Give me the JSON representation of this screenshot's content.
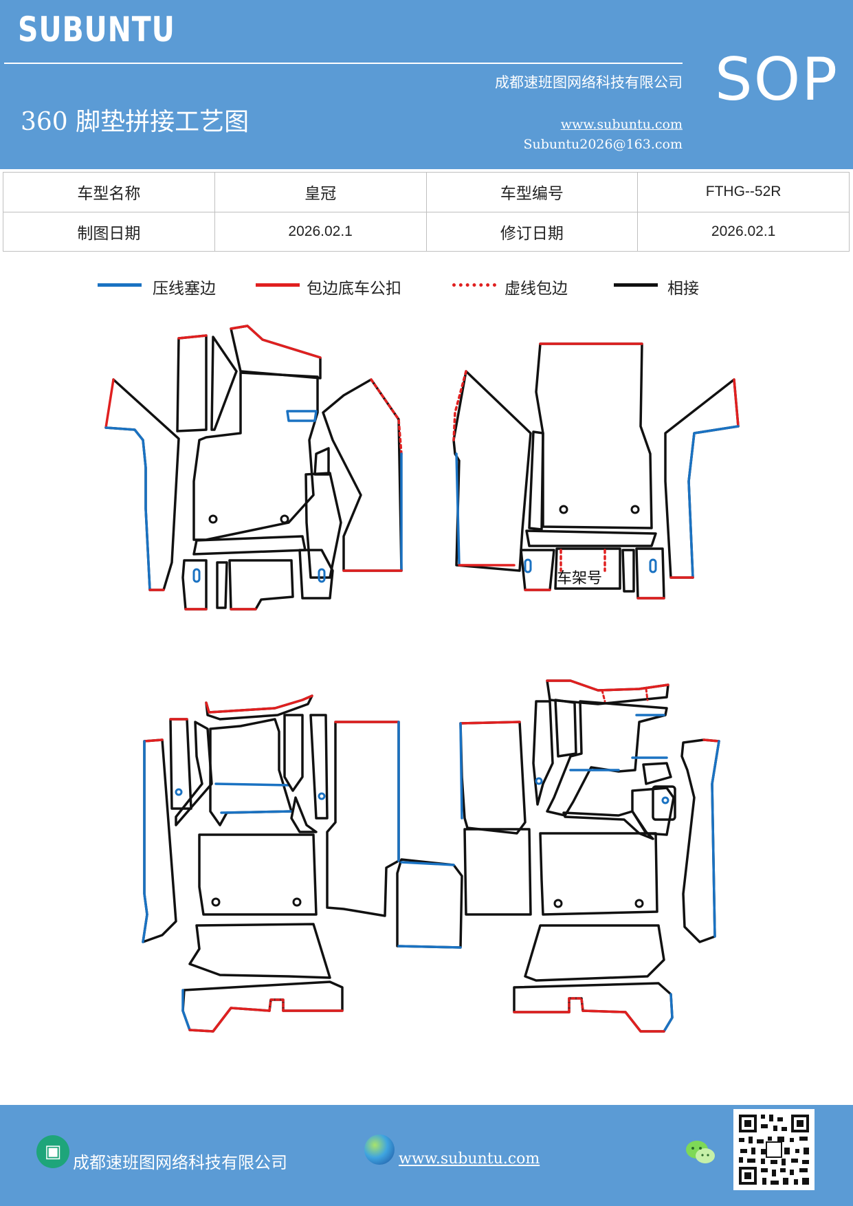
{
  "header": {
    "brand": "SUBUNTU",
    "company": "成都速班图网络科技有限公司",
    "title": "360 脚垫拼接工艺图",
    "website": "www.subuntu.com",
    "email": "Subuntu2026@163.com",
    "badge": "SOP"
  },
  "info_table": [
    [
      "车型名称",
      "皇冠",
      "车型编号",
      "FTHG--52R"
    ],
    [
      "制图日期",
      "2026.02.1",
      "修订日期",
      "2026.02.1"
    ]
  ],
  "legend": [
    {
      "label": "压线塞边",
      "color": "#1a72c2",
      "style": "solid"
    },
    {
      "label": "包边底车公扣",
      "color": "#e02020",
      "style": "solid"
    },
    {
      "label": "虚线包边",
      "color": "#e02020",
      "style": "dotted"
    },
    {
      "label": "相接",
      "color": "#111111",
      "style": "solid"
    }
  ],
  "drawing": {
    "frame_label": "车架号"
  },
  "footer": {
    "company": "成都速班图网络科技有限公司",
    "website": "www.subuntu.com "
  },
  "icons": {
    "footer_company": "building-icon",
    "footer_web": "globe-icon",
    "footer_social": "wechat-icon",
    "footer_qr": "qr-code-icon"
  },
  "colors": {
    "brand_blue": "#5b9bd5",
    "press_line_blue": "#1a72c2",
    "edge_red": "#e02020",
    "join_black": "#111111"
  }
}
